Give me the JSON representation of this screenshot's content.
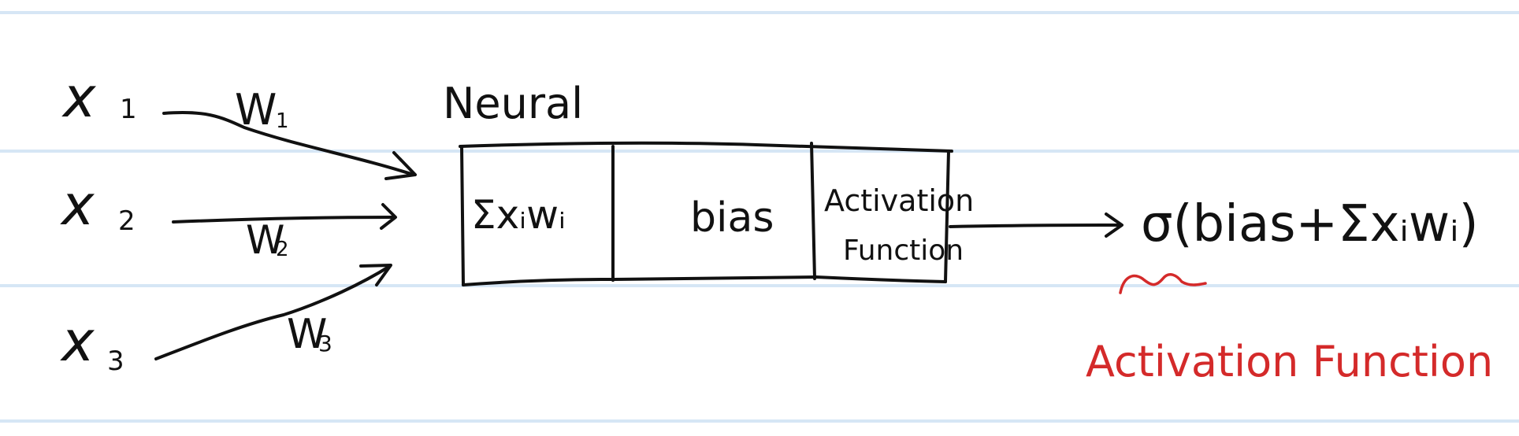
{
  "inputs": [
    {
      "label": "x",
      "sub": "1"
    },
    {
      "label": "x",
      "sub": "2"
    },
    {
      "label": "x",
      "sub": "3"
    }
  ],
  "weights": [
    {
      "label": "W",
      "sub": "1"
    },
    {
      "label": "W",
      "sub": "2"
    },
    {
      "label": "W",
      "sub": "3"
    }
  ],
  "neuron": {
    "title": "Neural",
    "sum_cell": "Σxᵢwᵢ",
    "bias_cell": "bias",
    "activation_cell_line1": "Activation",
    "activation_cell_line2": "Function"
  },
  "output": {
    "formula": "σ(bias+Σxᵢwᵢ)"
  },
  "annotation": {
    "text": "Activation Function",
    "color": "#d42a2a"
  },
  "colors": {
    "ink": "#111111",
    "red": "#d42a2a",
    "rule": "#d6e6f5"
  }
}
